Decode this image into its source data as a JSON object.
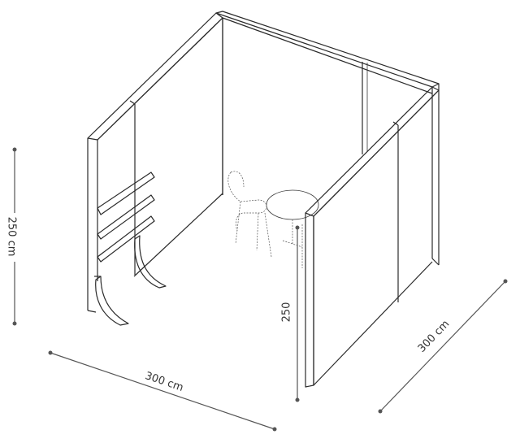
{
  "dimensions": {
    "height_left": "250 cm",
    "height_inner": "250",
    "width_front": "300 cm",
    "depth_right": "300 cm"
  }
}
